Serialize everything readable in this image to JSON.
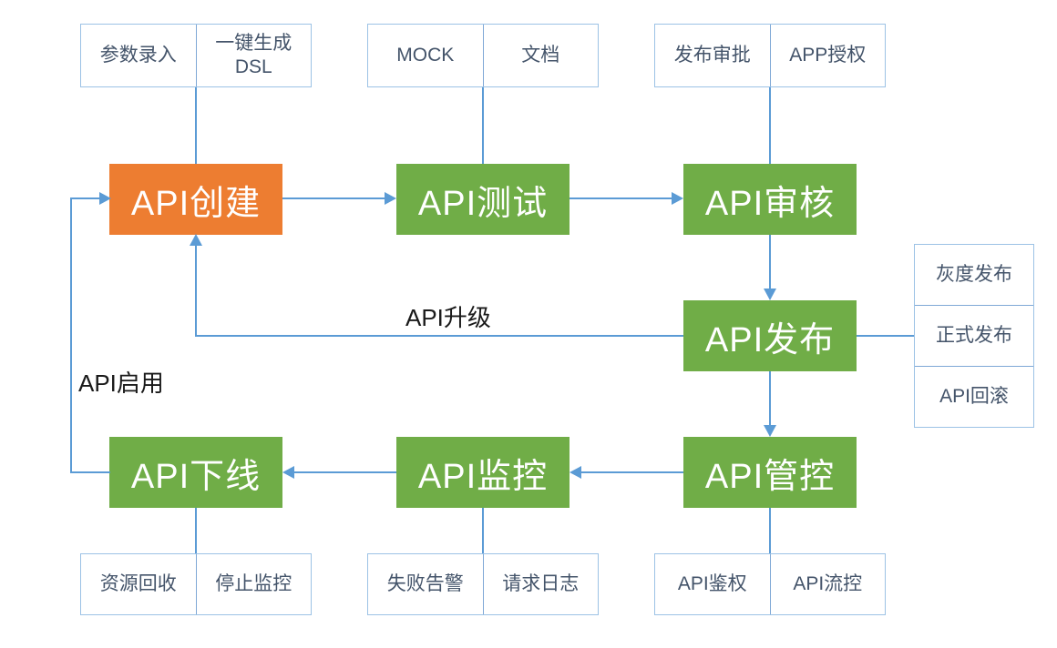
{
  "colors": {
    "background": "#FFFFFF",
    "orange": "#ED7D31",
    "green": "#70AD47",
    "line_blue": "#5B9BD5",
    "aux_border": "#9CC2E5",
    "aux_divider": "#7FA8D6",
    "aux_text": "#44546A",
    "label_text": "#1A1A1A"
  },
  "nodes": {
    "create": {
      "label": "API创建",
      "color": "#ED7D31"
    },
    "test": {
      "label": "API测试",
      "color": "#70AD47"
    },
    "review": {
      "label": "API审核",
      "color": "#70AD47"
    },
    "publish": {
      "label": "API发布",
      "color": "#70AD47"
    },
    "control": {
      "label": "API管控",
      "color": "#70AD47"
    },
    "monitor": {
      "label": "API监控",
      "color": "#70AD47"
    },
    "offline": {
      "label": "API下线",
      "color": "#70AD47"
    }
  },
  "aux_top": [
    {
      "cells": [
        "参数录入",
        "一键生成\nDSL"
      ]
    },
    {
      "cells": [
        "MOCK",
        "文档"
      ]
    },
    {
      "cells": [
        "发布审批",
        "APP授权"
      ]
    }
  ],
  "aux_bottom": [
    {
      "cells": [
        "资源回收",
        "停止监控"
      ]
    },
    {
      "cells": [
        "失败告警",
        "请求日志"
      ]
    },
    {
      "cells": [
        "API鉴权",
        "API流控"
      ]
    }
  ],
  "side_box": {
    "cells": [
      "灰度发布",
      "正式发布",
      "API回滚"
    ]
  },
  "edge_labels": {
    "upgrade": "API升级",
    "enable": "API启用"
  },
  "edges": [
    {
      "from": "API创建",
      "to": "API测试"
    },
    {
      "from": "API测试",
      "to": "API审核"
    },
    {
      "from": "API审核",
      "to": "API发布"
    },
    {
      "from": "API发布",
      "to": "API管控"
    },
    {
      "from": "API管控",
      "to": "API监控"
    },
    {
      "from": "API监控",
      "to": "API下线"
    },
    {
      "from": "API发布",
      "to": "API创建",
      "label": "API升级"
    },
    {
      "from": "API下线",
      "to": "API创建",
      "label": "API启用"
    },
    {
      "from": "API发布",
      "to": "正式发布"
    }
  ]
}
